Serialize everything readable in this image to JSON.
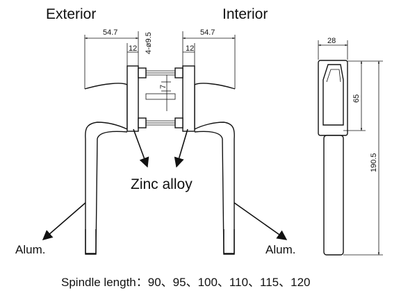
{
  "labels": {
    "exterior": "Exterior",
    "interior": "Interior",
    "material_core": "Zinc alloy",
    "material_left": "Alum.",
    "material_right": "Alum.",
    "spindle": "Spindle length：90、95、100、110、115、120"
  },
  "dimensions": {
    "left_width": "54.7",
    "right_width": "54.7",
    "left_rose": "12",
    "right_rose": "12",
    "holes": "4-ø9.5",
    "gap": "7",
    "side_width": "28",
    "side_upper": "65",
    "side_total": "190.5"
  }
}
